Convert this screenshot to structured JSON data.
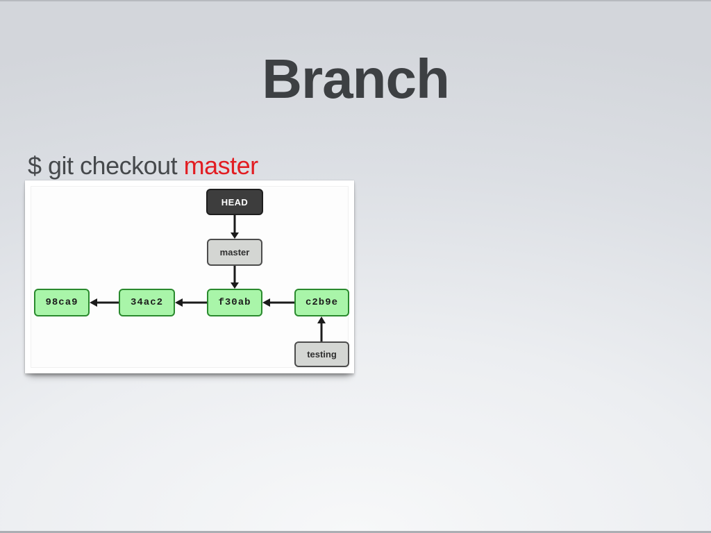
{
  "slide": {
    "title": "Branch",
    "command": {
      "prompt": "$ git checkout ",
      "argument": "master"
    }
  },
  "diagram": {
    "type": "git-commit-graph",
    "nodes": {
      "head": "HEAD",
      "master": "master",
      "testing": "testing",
      "commits": [
        "98ca9",
        "34ac2",
        "f30ab",
        "c2b9e"
      ]
    },
    "edges": [
      {
        "from": "HEAD",
        "to": "master"
      },
      {
        "from": "master",
        "to": "f30ab"
      },
      {
        "from": "f30ab",
        "to": "34ac2"
      },
      {
        "from": "34ac2",
        "to": "98ca9"
      },
      {
        "from": "c2b9e",
        "to": "f30ab"
      },
      {
        "from": "testing",
        "to": "c2b9e"
      }
    ],
    "colors": {
      "commit_fill": "#a9f5a9",
      "commit_border": "#2a8a2e",
      "ref_fill": "#d4d6d3",
      "ref_border": "#4c4c4c",
      "head_fill": "#3d3d3d",
      "head_text": "#ffffff",
      "arrow": "#1b1b1b",
      "accent_red": "#e21d22",
      "title_text": "#3d4043"
    }
  }
}
